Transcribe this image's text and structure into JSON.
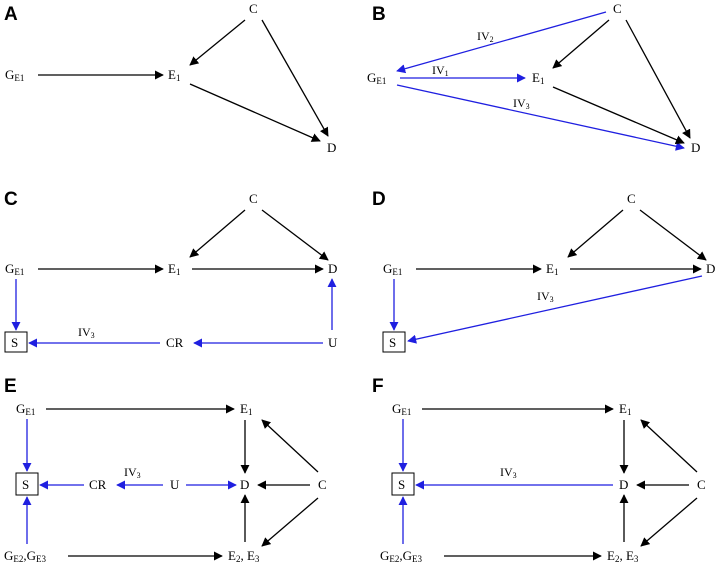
{
  "panels": {
    "A": {
      "label": "A",
      "G": "G",
      "G_sub": "E1",
      "E": "E",
      "E_sub": "1",
      "C": "C",
      "D": "D"
    },
    "B": {
      "label": "B",
      "G": "G",
      "G_sub": "E1",
      "E": "E",
      "E_sub": "1",
      "C": "C",
      "D": "D",
      "IV1": "IV",
      "IV1_sub": "1",
      "IV2": "IV",
      "IV2_sub": "2",
      "IV3": "IV",
      "IV3_sub": "3"
    },
    "C": {
      "label": "C",
      "G": "G",
      "G_sub": "E1",
      "E": "E",
      "E_sub": "1",
      "C": "C",
      "D": "D",
      "S": "S",
      "CR": "CR",
      "U": "U",
      "IV3": "IV",
      "IV3_sub": "3"
    },
    "D": {
      "label": "D",
      "G": "G",
      "G_sub": "E1",
      "E": "E",
      "E_sub": "1",
      "C": "C",
      "D": "D",
      "S": "S",
      "IV3": "IV",
      "IV3_sub": "3"
    },
    "E": {
      "label": "E",
      "G": "G",
      "G_sub": "E1",
      "E1": "E",
      "E1_sub": "1",
      "S": "S",
      "CR": "CR",
      "U": "U",
      "D": "D",
      "C": "C",
      "IV3": "IV",
      "IV3_sub": "3",
      "G2a": "G",
      "G2a_sub": "E2",
      "G2sep": ",",
      "G2b": "G",
      "G2b_sub": "E3",
      "E2a": "E",
      "E2a_sub": "2",
      "E2sep": ", ",
      "E2b": "E",
      "E2b_sub": "3"
    },
    "F": {
      "label": "F",
      "G": "G",
      "G_sub": "E1",
      "E1": "E",
      "E1_sub": "1",
      "S": "S",
      "D": "D",
      "C": "C",
      "IV3": "IV",
      "IV3_sub": "3",
      "G2a": "G",
      "G2a_sub": "E2",
      "G2sep": ",",
      "G2b": "G",
      "G2b_sub": "E3",
      "E2a": "E",
      "E2a_sub": "2",
      "E2sep": ", ",
      "E2b": "E",
      "E2b_sub": "3"
    }
  },
  "colors": {
    "causal": "#000000",
    "bias": "#1f1fe0"
  }
}
